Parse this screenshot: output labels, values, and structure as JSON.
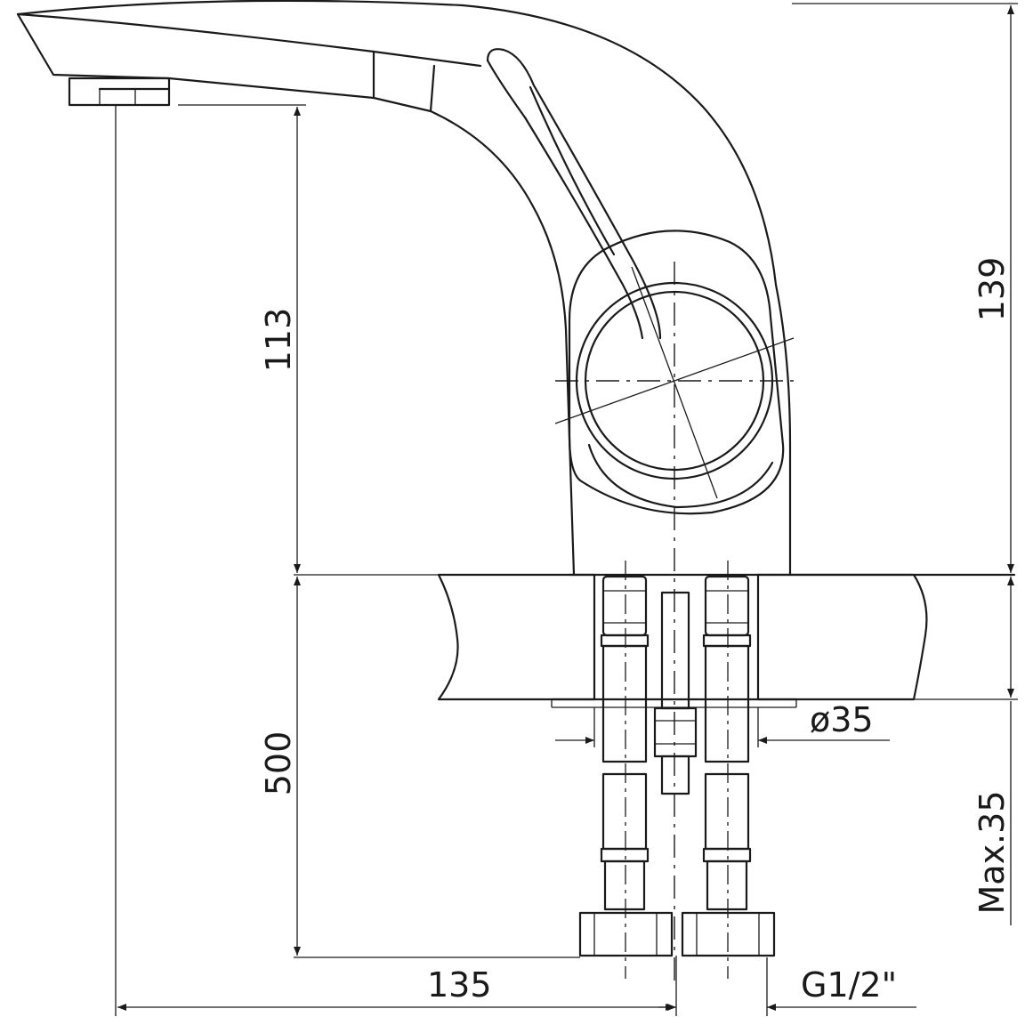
{
  "drawing": {
    "title": "",
    "dimensions": {
      "overall_height": "139",
      "spout_height": "113",
      "hose_length": "500",
      "max_thickness": "Max.35",
      "hole_diameter": "ø35",
      "spout_reach": "135",
      "thread": "G1/2\""
    }
  }
}
